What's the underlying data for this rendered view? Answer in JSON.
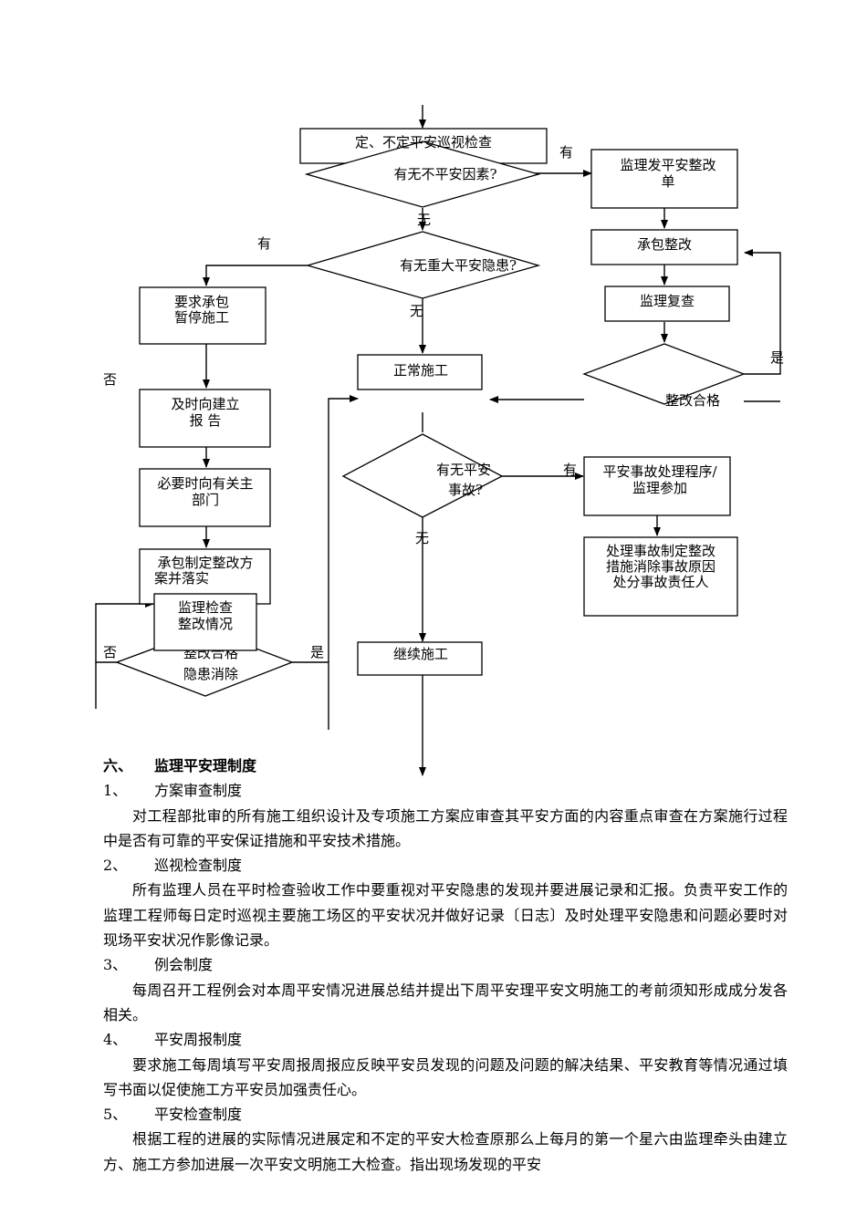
{
  "flowchart": {
    "patrol_check": "定、不定平安巡视检查",
    "q_unsafe": "有无不平安因素?",
    "q_major": "有无重大平安隐患?",
    "supervisor_notice": "监理发平安整改",
    "supervisor_notice_2": "单",
    "contractor_fix": "承包整改",
    "supervisor_recheck": "监理复查",
    "fix_pass": "整改合格",
    "suspend_line1": "要求承包",
    "suspend_line2": "暂停施工",
    "normal_work": "正常施工",
    "report_line1": "及时向建立",
    "report_line2": "报 告",
    "dept_line1": "必要时向有关主",
    "dept_line2": "部门",
    "plan_line1": "承包制定整改方",
    "plan_line2": "案并落实",
    "inspect_line1": "监理检查",
    "inspect_line2": "整改情况",
    "pass_partial": "整改合格",
    "hazard_cleared": "隐患消除",
    "q_accident_1": "有无平安",
    "q_accident_2": "事故?",
    "accident_proc_1": "平安事故处理程序/",
    "accident_proc_2": "监理参加",
    "handle_1": "处理事故制定整改",
    "handle_2": "措施消除事故原因",
    "handle_3": "处分事故责任人",
    "continue_work": "继续施工",
    "yes": "有",
    "no": "无",
    "shi": "是",
    "fou": "否"
  },
  "document": {
    "section_num": "六、",
    "section_title": "监理平安理制度",
    "items": [
      {
        "num": "1、",
        "title": "方案审查制度",
        "text": "对工程部批审的所有施工组织设计及专项施工方案应审查其平安方面的内容重点审查在方案施行过程中是否有可靠的平安保证措施和平安技术措施。"
      },
      {
        "num": "2、",
        "title": "巡视检查制度",
        "text": "所有监理人员在平时检查验收工作中要重视对平安隐患的发现并要进展记录和汇报。负责平安工作的监理工程师每日定时巡视主要施工场区的平安状况并做好记录〔日志〕及时处理平安隐患和问题必要时对现场平安状况作影像记录。"
      },
      {
        "num": "3、",
        "title": "例会制度",
        "text": "每周召开工程例会对本周平安情况进展总结并提出下周平安理平安文明施工的考前须知形成成分发各相关。"
      },
      {
        "num": "4、",
        "title": "平安周报制度",
        "text": "要求施工每周填写平安周报周报应反映平安员发现的问题及问题的解决结果、平安教育等情况通过填写书面以促使施工方平安员加强责任心。"
      },
      {
        "num": "5、",
        "title": "平安检查制度",
        "text": "根据工程的进展的实际情况进展定和不定的平安大检查原那么上每月的第一个星六由监理牵头由建立方、施工方参加进展一次平安文明施工大检查。指出现场发现的平安"
      }
    ]
  }
}
